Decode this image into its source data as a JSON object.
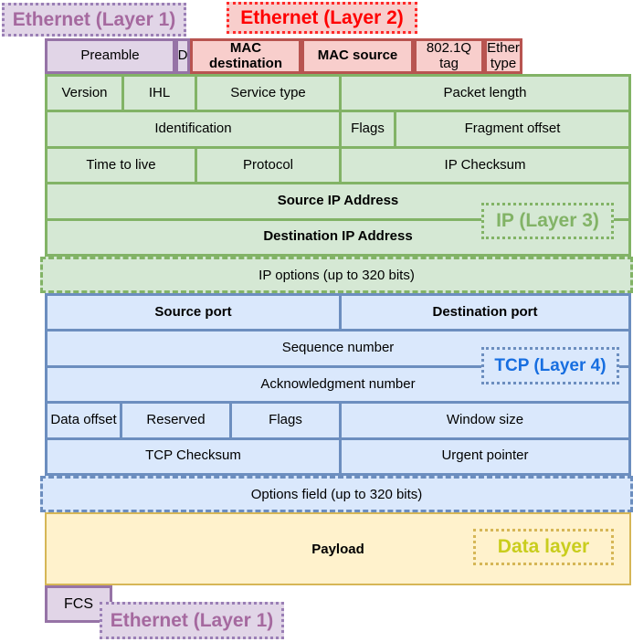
{
  "layer_labels": {
    "ethernet_layer1_top": "Ethernet (Layer 1)",
    "ethernet_layer2": "Ethernet (Layer 2)",
    "ip_layer3": "IP (Layer 3)",
    "tcp_layer4": "TCP (Layer 4)",
    "data_layer": "Data layer",
    "ethernet_layer1_bottom": "Ethernet (Layer 1)"
  },
  "ethernet_header": {
    "preamble": "Preamble",
    "sfd": "D",
    "mac_destination": "MAC destination",
    "mac_source": "MAC source",
    "vlan_tag": "802.1Q tag",
    "ether_type": "Ether type"
  },
  "ip_header": {
    "version": "Version",
    "ihl": "IHL",
    "service_type": "Service type",
    "packet_length": "Packet length",
    "identification": "Identification",
    "flags": "Flags",
    "fragment_offset": "Fragment offset",
    "time_to_live": "Time to live",
    "protocol": "Protocol",
    "ip_checksum": "IP Checksum",
    "source_ip": "Source IP Address",
    "destination_ip": "Destination IP Address",
    "ip_options": "IP options (up to 320 bits)"
  },
  "tcp_header": {
    "source_port": "Source port",
    "destination_port": "Destination port",
    "sequence_number": "Sequence number",
    "acknowledgment_number": "Acknowledgment number",
    "data_offset": "Data offset",
    "reserved": "Reserved",
    "flags": "Flags",
    "window_size": "Window size",
    "tcp_checksum": "TCP Checksum",
    "urgent_pointer": "Urgent pointer",
    "options_field": "Options field (up to 320 bits)"
  },
  "payload": {
    "label": "Payload"
  },
  "trailer": {
    "fcs": "FCS"
  },
  "colors": {
    "purple_fill": "#e1d5e7",
    "purple_stroke": "#9673a6",
    "purple_text": "#a5699f",
    "red_fill": "#f8cecc",
    "red_stroke": "#b85450",
    "red_text": "#ff0000",
    "green_fill": "#d5e8d4",
    "green_stroke": "#82b366",
    "blue_fill": "#dae8fc",
    "blue_stroke": "#6c8ebf",
    "blue_text": "#176ee0",
    "yellow_fill": "#fff2cc",
    "yellow_stroke": "#d6b656",
    "yellow_text": "#c9cd1d"
  }
}
